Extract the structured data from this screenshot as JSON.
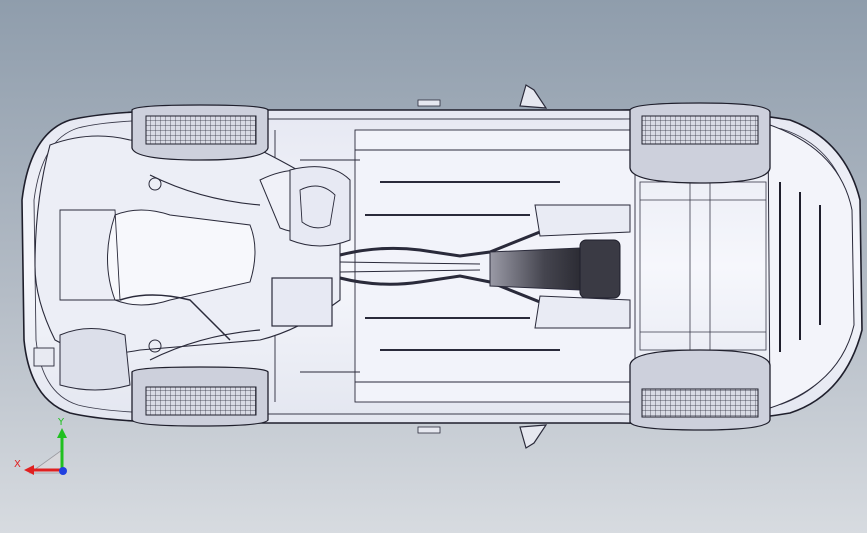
{
  "viewport": {
    "view": "bottom",
    "colors": {
      "background_top": "#8f9dac",
      "background_bottom": "#d7dbe0",
      "body_fill": "#eef0f8",
      "body_stroke": "#2a2a3a",
      "tire_fill": "#c9ccd8",
      "exhaust_dark": "#3c3c46"
    }
  },
  "model": {
    "name": "car-underbody-assembly",
    "components": [
      "body-shell",
      "front-left-wheel",
      "front-right-wheel",
      "rear-left-wheel",
      "rear-right-wheel",
      "engine-bay",
      "fuel-tank",
      "exhaust-system",
      "muffler",
      "rear-bumper",
      "side-mirror-left",
      "side-mirror-right"
    ]
  },
  "triad": {
    "x_label": "X",
    "y_label": "Y",
    "x_color": "#e02020",
    "y_color": "#20c020",
    "z_color": "#2040e0"
  }
}
